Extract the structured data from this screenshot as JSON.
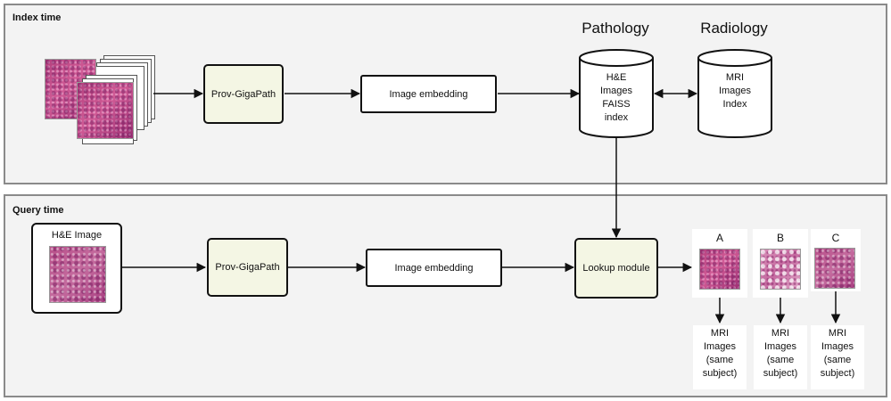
{
  "index_panel": {
    "title": "Index time"
  },
  "query_panel": {
    "title": "Query time"
  },
  "headers": {
    "pathology": "Pathology",
    "radiology": "Radiology"
  },
  "index_flow": {
    "model": "Prov-GigaPath",
    "embedding": "Image embedding"
  },
  "query_flow": {
    "input_label": "H&E Image",
    "model": "Prov-GigaPath",
    "embedding": "Image embedding",
    "lookup": "Lookup module"
  },
  "pathology_db": {
    "lines": [
      "H&E",
      "Images",
      "FAISS",
      "index"
    ]
  },
  "radiology_db": {
    "lines": [
      "MRI",
      "Images",
      "Index"
    ]
  },
  "results": [
    {
      "letter": "A",
      "mri_lines": [
        "MRI",
        "Images",
        "(same",
        "subject)"
      ]
    },
    {
      "letter": "B",
      "mri_lines": [
        "MRI",
        "Images",
        "(same",
        "subject)"
      ]
    },
    {
      "letter": "C",
      "mri_lines": [
        "MRI",
        "Images",
        "(same",
        "subject)"
      ]
    }
  ],
  "colors": {
    "panel_border": "#8a8a8a",
    "panel_bg": "#f3f3f3",
    "model_box_bg": "#f4f6e4",
    "tissue": "#c0508e"
  }
}
